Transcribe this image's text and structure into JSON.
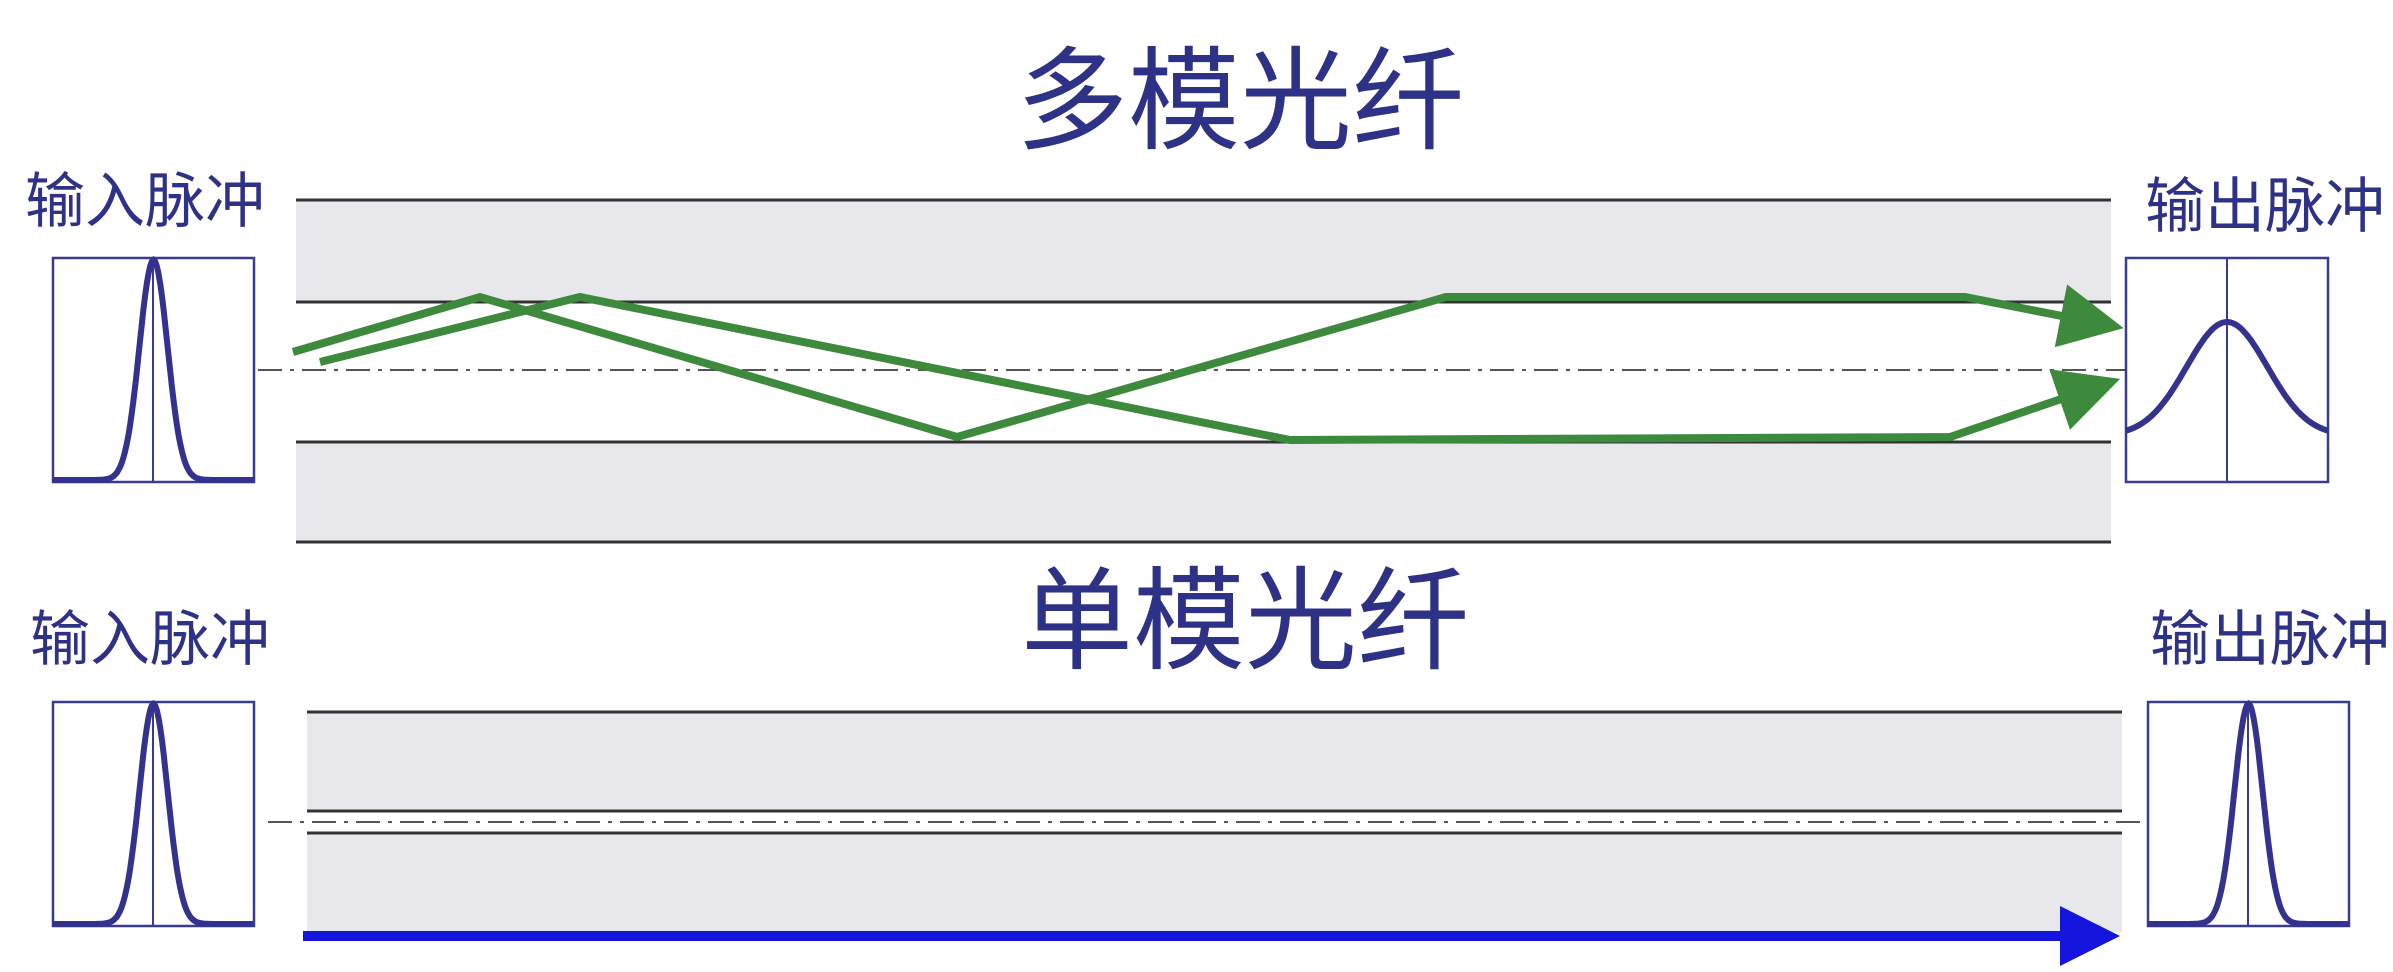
{
  "multimode": {
    "title": "多模光纤",
    "input_label": "输入脉冲",
    "output_label": "输出脉冲"
  },
  "singlemode": {
    "title": "单模光纤",
    "input_label": "输入脉冲",
    "output_label": "输出脉冲"
  },
  "colors": {
    "text": "#2e3287",
    "cladding": "#e8e8ec",
    "ray_multimode": "#3d8a3d",
    "ray_singlemode": "#1515dd",
    "pulse_curve": "#33338f",
    "box_border": "#3a3a90",
    "fiber_line": "#333333"
  },
  "pulses": {
    "input": "narrow-tall",
    "multimode_output": "broadened",
    "singlemode_output": "narrow-tall"
  }
}
